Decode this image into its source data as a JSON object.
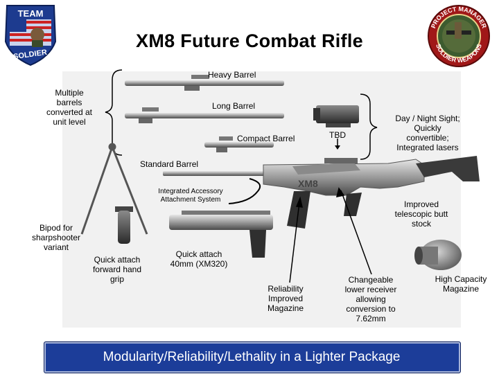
{
  "title": "XM8 Future Combat Rifle",
  "logos": {
    "left": {
      "line1": "TEAM",
      "line2": "SOLDIER"
    },
    "right": {
      "top_text": "PROJECT MANAGER",
      "bottom_text": "SOLDIER WEAPONS"
    }
  },
  "labels": {
    "heavy_barrel": "Heavy Barrel",
    "long_barrel": "Long Barrel",
    "compact_barrel": "Compact Barrel",
    "multiple_barrels": [
      "Multiple",
      "barrels",
      "converted at",
      "unit level"
    ],
    "tbd": "TBD",
    "day_night_sight": [
      "Day / Night Sight;",
      "Quickly",
      "convertible;",
      "Integrated lasers"
    ],
    "standard_barrel": "Standard Barrel",
    "accessory_system": [
      "Integrated Accessory",
      "Attachment System"
    ],
    "butt_stock": [
      "Improved",
      "telescopic butt",
      "stock"
    ],
    "bipod": [
      "Bipod for",
      "sharpshooter",
      "variant"
    ],
    "forward_grip": [
      "Quick attach",
      "forward hand",
      "grip"
    ],
    "grenade_launcher": [
      "Quick attach",
      "40mm (XM320)"
    ],
    "reliability_magazine": [
      "Reliability",
      "Improved",
      "Magazine"
    ],
    "lower_receiver": [
      "Changeable",
      "lower receiver",
      "allowing",
      "conversion to",
      "7.62mm"
    ],
    "high_capacity": [
      "High Capacity",
      "Magazine"
    ]
  },
  "banner": "Modularity/Reliability/Lethality in a Lighter Package",
  "colors": {
    "banner_bg": "#1c3d99",
    "stage_bg": "#f1f1f1"
  }
}
